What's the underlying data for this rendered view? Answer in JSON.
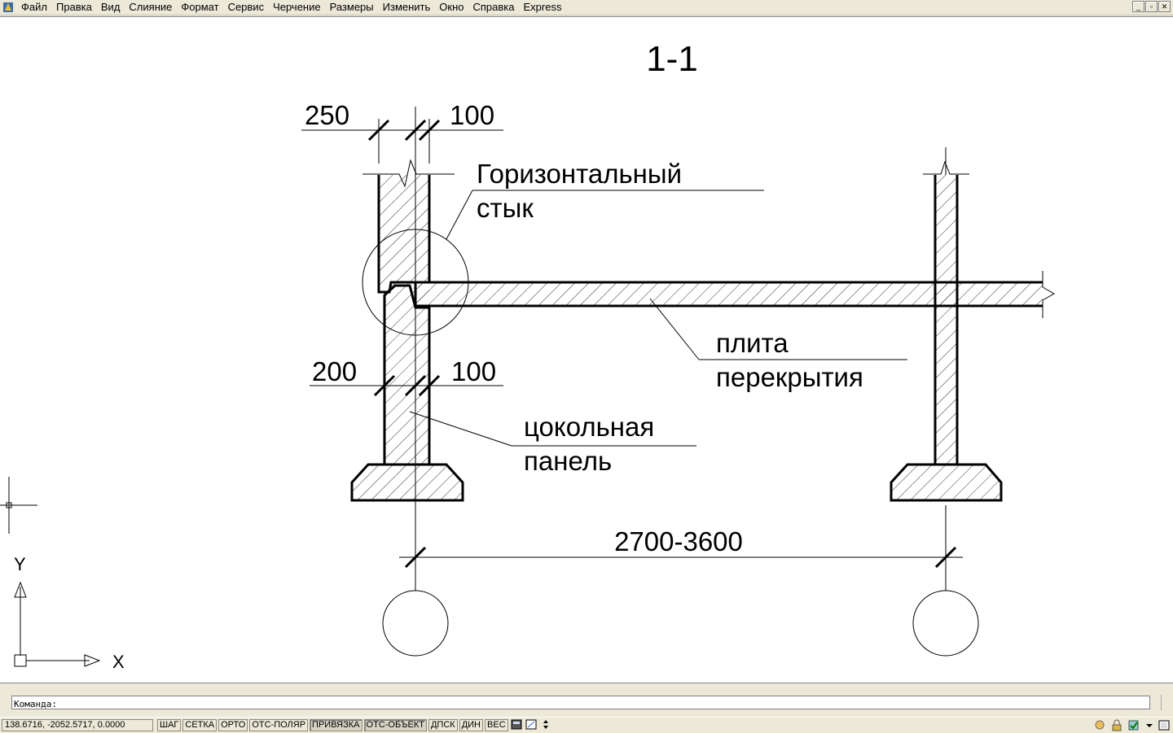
{
  "menubar": {
    "items": [
      "Файл",
      "Правка",
      "Вид",
      "Слияние",
      "Формат",
      "Сервис",
      "Черчение",
      "Размеры",
      "Изменить",
      "Окно",
      "Справка",
      "Express"
    ]
  },
  "window_controls": {
    "minimize": "_",
    "restore": "▫",
    "close": "✕"
  },
  "drawing": {
    "title": "1-1",
    "dim_top_left": "250",
    "dim_top_right": "100",
    "label_joint_line1": "Горизонтальный",
    "label_joint_line2": "стык",
    "label_slab_line1": "плита",
    "label_slab_line2": "перекрытия",
    "dim_mid_left": "200",
    "dim_mid_right": "100",
    "label_panel_line1": "цокольная",
    "label_panel_line2": "панель",
    "dim_span": "2700-3600",
    "ucs_y": "Y",
    "ucs_x": "X"
  },
  "command": {
    "label": "Команда:"
  },
  "status": {
    "coords": "138.6716, -2052.5717, 0.0000",
    "toggles": [
      {
        "label": "ШАГ",
        "on": false
      },
      {
        "label": "СЕТКА",
        "on": false
      },
      {
        "label": "ОРТО",
        "on": false
      },
      {
        "label": "ОТС-ПОЛЯР",
        "on": false
      },
      {
        "label": "ПРИВЯЗКА",
        "on": true
      },
      {
        "label": "ОТС-ОБЪЕКТ",
        "on": true
      },
      {
        "label": "ДПСК",
        "on": false
      },
      {
        "label": "ДИН",
        "on": false
      },
      {
        "label": "ВЕС",
        "on": false
      }
    ]
  },
  "colors": {
    "canvas": "#ffffff",
    "chrome": "#ece9d8",
    "ink": "#000000"
  }
}
